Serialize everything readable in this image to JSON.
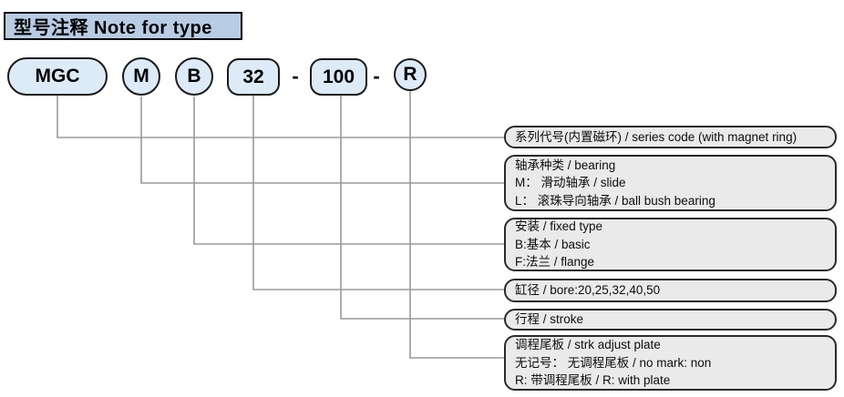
{
  "title": "型号注释 Note for type",
  "model_code": {
    "separator": "-",
    "segments": [
      {
        "id": "series",
        "label": "MGC",
        "shape": "pill"
      },
      {
        "id": "bearing",
        "label": "M",
        "shape": "circle"
      },
      {
        "id": "fixed",
        "label": "B",
        "shape": "circle"
      },
      {
        "id": "bore",
        "label": "32",
        "shape": "pill"
      },
      {
        "id": "stroke",
        "label": "100",
        "shape": "pill"
      },
      {
        "id": "plate",
        "label": "R",
        "shape": "circle"
      }
    ]
  },
  "legend_boxes": [
    {
      "id": "series-code",
      "lines": [
        "系列代号(内置磁环) / series code (with magnet ring)"
      ]
    },
    {
      "id": "bearing",
      "lines": [
        "轴承种类 / bearing",
        "M： 滑动轴承 / slide",
        "L： 滚珠导向轴承 / ball bush bearing"
      ]
    },
    {
      "id": "fixed-type",
      "lines": [
        "安装 / fixed type",
        "B:基本 / basic",
        "F:法兰 / flange"
      ]
    },
    {
      "id": "bore",
      "lines": [
        "缸径 / bore:20,25,32,40,50"
      ]
    },
    {
      "id": "stroke",
      "lines": [
        "行程 / stroke"
      ]
    },
    {
      "id": "stroke-adjust-plate",
      "lines": [
        "调程尾板 / strk adjust plate",
        "无记号： 无调程尾板 / no mark: non",
        "R: 带调程尾板 / R: with plate"
      ]
    }
  ],
  "colors": {
    "title_fill": "#b8cce4",
    "bubble_fill": "#dcebf7",
    "legend_fill": "#eaeaea",
    "border": "#000000",
    "connector_line": "#9a9a9a"
  }
}
